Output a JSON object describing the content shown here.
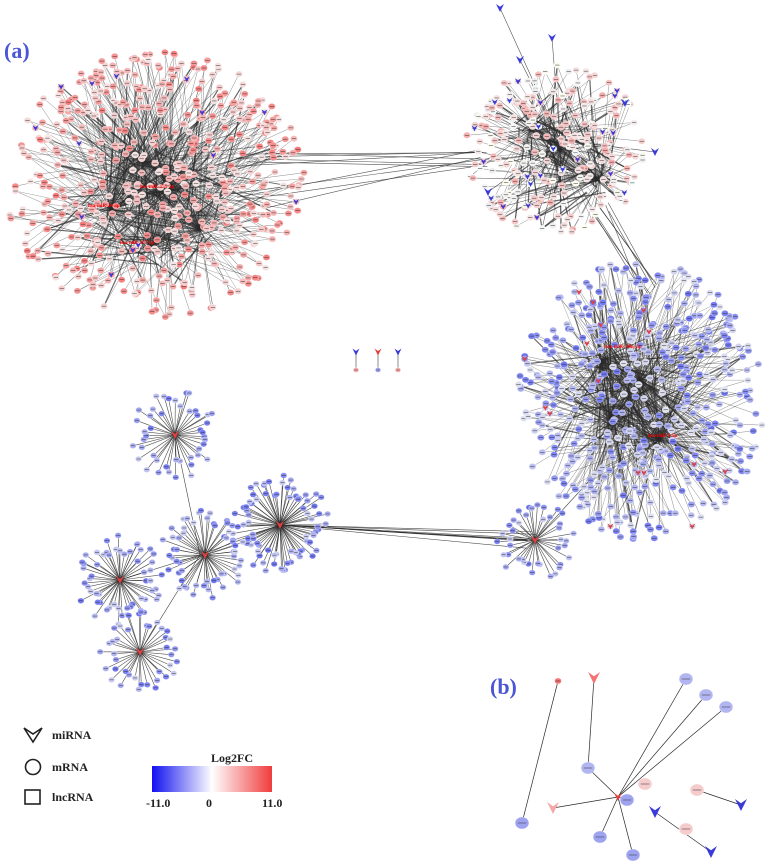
{
  "panels": {
    "a": "(a)",
    "b": "(b)"
  },
  "legend": {
    "mirna": "miRNA",
    "mrna": "mRNA",
    "lncrna": "lncRNA"
  },
  "colorbar": {
    "title": "Log2FC",
    "min": "-11.0",
    "mid": "0",
    "max": "11.0",
    "colors": {
      "low": "#1010f0",
      "mid": "#ffffff",
      "high": "#f03c3c"
    }
  },
  "hub_labels": {
    "cluster1": [
      "hsa-miR-155-5p",
      "hsa-miR-24-3p",
      "hsa-miR-107-5p"
    ],
    "cluster3": [
      "hsa-miR-146a-5p",
      "hsa-miR-9-5p"
    ]
  },
  "colors": {
    "edge": "#2a2a2a",
    "mirna_blue": "#3a3ad8",
    "mirna_red": "#e04040",
    "hub_text": "#ff0000"
  }
}
